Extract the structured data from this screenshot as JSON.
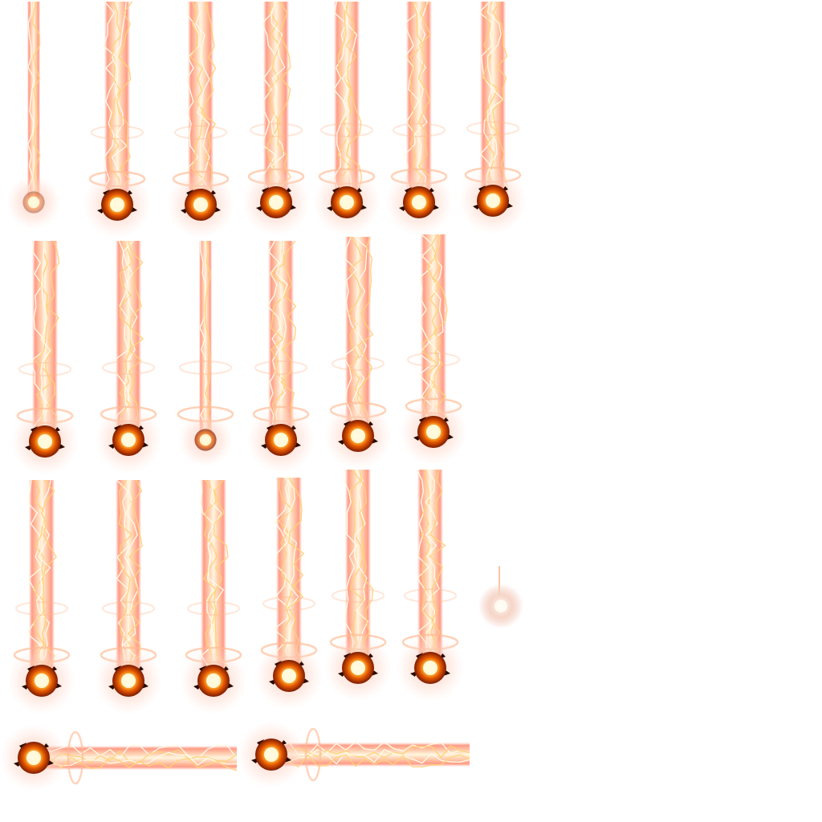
{
  "sprite_sheet": {
    "background": "#ffffff",
    "colors": {
      "beam_outer": "#ff9a7a",
      "beam_mid": "#ffc2a0",
      "beam_core": "#fff6e0",
      "lightning": "#ffd27a",
      "lightning_core": "#fffbe8",
      "ring": "#ffb890",
      "orb_dark": "#7a1a00",
      "orb_mid": "#e85a00",
      "orb_core": "#fffbe0",
      "glow": "#ffd0c0",
      "spike": "#2a0a00",
      "small_orb": "#f3c7b8"
    },
    "vertical_frames": [
      {
        "frame": 1,
        "variant": "thin-beam-small-orb",
        "orb_intensity": 0.4
      },
      {
        "frame": 2,
        "variant": "full-beam",
        "orb_intensity": 1.0
      },
      {
        "frame": 3,
        "variant": "full-beam",
        "orb_intensity": 1.0
      },
      {
        "frame": 4,
        "variant": "full-beam",
        "orb_intensity": 1.0
      },
      {
        "frame": 5,
        "variant": "full-beam",
        "orb_intensity": 1.0
      },
      {
        "frame": 6,
        "variant": "full-beam",
        "orb_intensity": 1.0
      },
      {
        "frame": 7,
        "variant": "full-beam",
        "orb_intensity": 1.0
      },
      {
        "frame": 8,
        "variant": "full-beam",
        "orb_intensity": 1.0
      },
      {
        "frame": 9,
        "variant": "full-beam",
        "orb_intensity": 1.0
      },
      {
        "frame": 10,
        "variant": "thin-beam",
        "orb_intensity": 0.7
      },
      {
        "frame": 11,
        "variant": "full-beam",
        "orb_intensity": 1.0
      },
      {
        "frame": 12,
        "variant": "full-beam",
        "orb_intensity": 1.0
      },
      {
        "frame": 13,
        "variant": "full-beam",
        "orb_intensity": 1.0
      },
      {
        "frame": 14,
        "variant": "full-beam",
        "orb_intensity": 1.0
      },
      {
        "frame": 15,
        "variant": "full-beam",
        "orb_intensity": 1.0
      },
      {
        "frame": 16,
        "variant": "full-beam",
        "orb_intensity": 1.0
      },
      {
        "frame": 17,
        "variant": "full-beam",
        "orb_intensity": 1.0
      },
      {
        "frame": 18,
        "variant": "full-beam",
        "orb_intensity": 1.0
      },
      {
        "frame": 19,
        "variant": "full-beam",
        "orb_intensity": 1.0
      }
    ],
    "standalone_frames": [
      {
        "frame": 20,
        "variant": "spark-orb"
      }
    ],
    "horizontal_frames": [
      {
        "frame": 21,
        "variant": "horizontal-beam"
      },
      {
        "frame": 22,
        "variant": "horizontal-beam"
      }
    ]
  }
}
